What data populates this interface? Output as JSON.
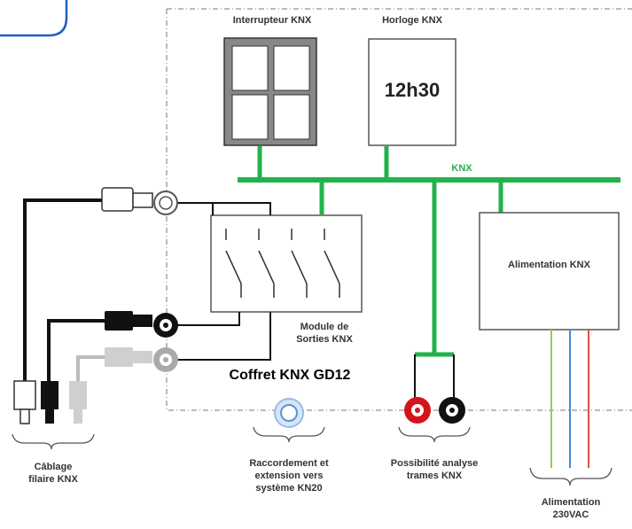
{
  "colors": {
    "bus": "#22b24c",
    "wire_dark": "#111111",
    "wire_gray": "#bdbdbd",
    "box_stroke": "#555555",
    "frame_blue": "#1f5fbf",
    "jack_red": "#d4141c",
    "phase_green": "#8fd04a",
    "phase_blue": "#3f8de0",
    "phase_red": "#e0504a"
  },
  "labels": {
    "switch": "Interrupteur KNX",
    "clock_title": "Horloge KNX",
    "clock_time": "12h30",
    "bus": "KNX",
    "power_supply": "Alimentation KNX",
    "output_module": "Module de\nSorties KNX",
    "enclosure": "Coffret KNX GD12",
    "cabling": "Câblage\nfilaire KNX",
    "connection": "Raccordement et\nextension vers\nsystème KN20",
    "analysis": "Possibilité analyse\ntrames KNX",
    "mains": "Alimentation\n230VAC"
  }
}
